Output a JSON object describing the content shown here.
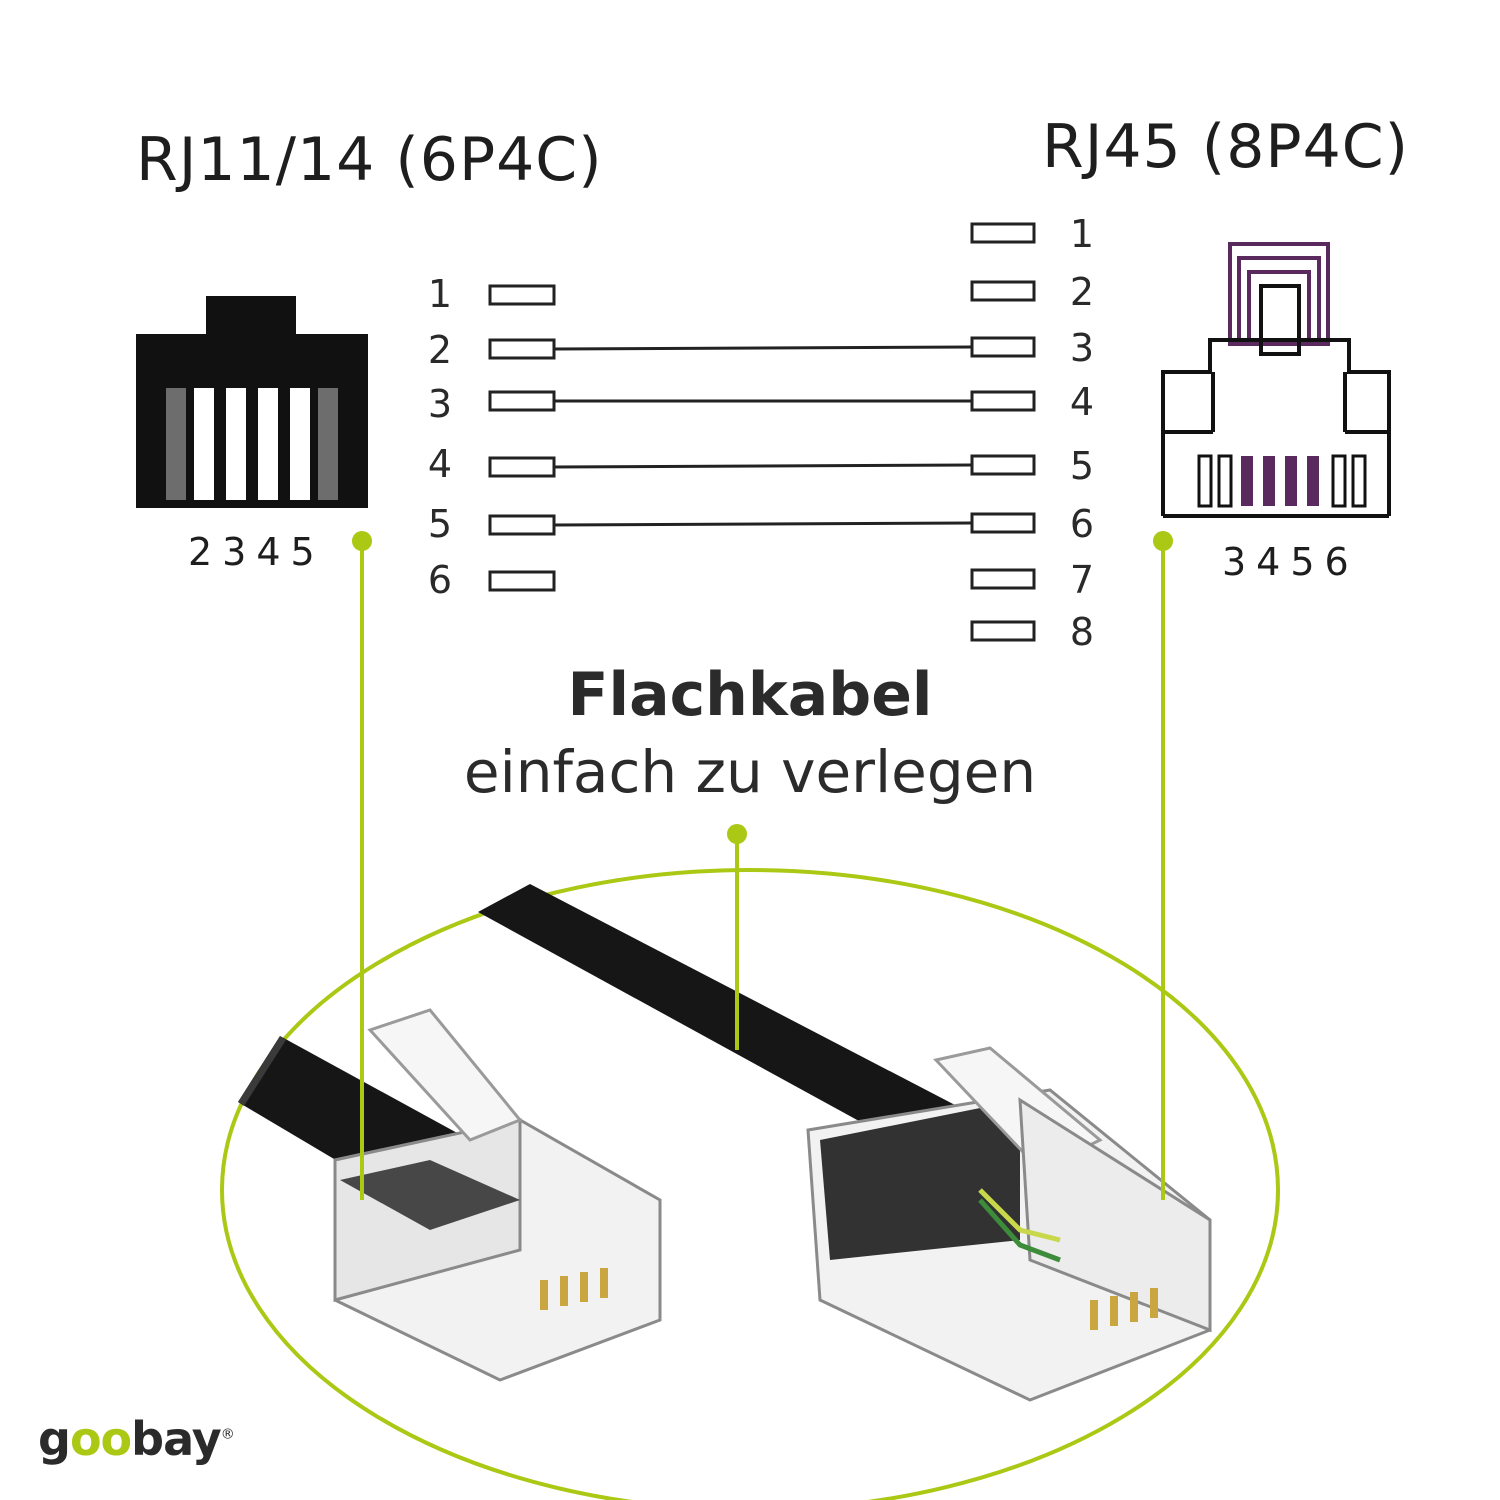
{
  "left_connector": {
    "title": "RJ11/14 (6P4C)",
    "pin_labels": "2345"
  },
  "right_connector": {
    "title": "RJ45 (8P4C)",
    "pin_labels": "3456"
  },
  "left_pins": [
    "1",
    "2",
    "3",
    "4",
    "5",
    "6"
  ],
  "right_pins": [
    "1",
    "2",
    "3",
    "4",
    "5",
    "6",
    "7",
    "8"
  ],
  "wiring": [
    {
      "from": "2",
      "to": "3"
    },
    {
      "from": "3",
      "to": "4"
    },
    {
      "from": "4",
      "to": "5"
    },
    {
      "from": "5",
      "to": "6"
    }
  ],
  "caption": {
    "headline": "Flachkabel",
    "subline": "einfach zu verlegen"
  },
  "brand": {
    "logo_text": "goobay",
    "trademark": "®"
  },
  "colors": {
    "accent": "#aac814",
    "connector_dark": "#111111",
    "rj45_pins": "#5a2a5e",
    "cable": "#161616",
    "text": "#2b2b2b"
  }
}
